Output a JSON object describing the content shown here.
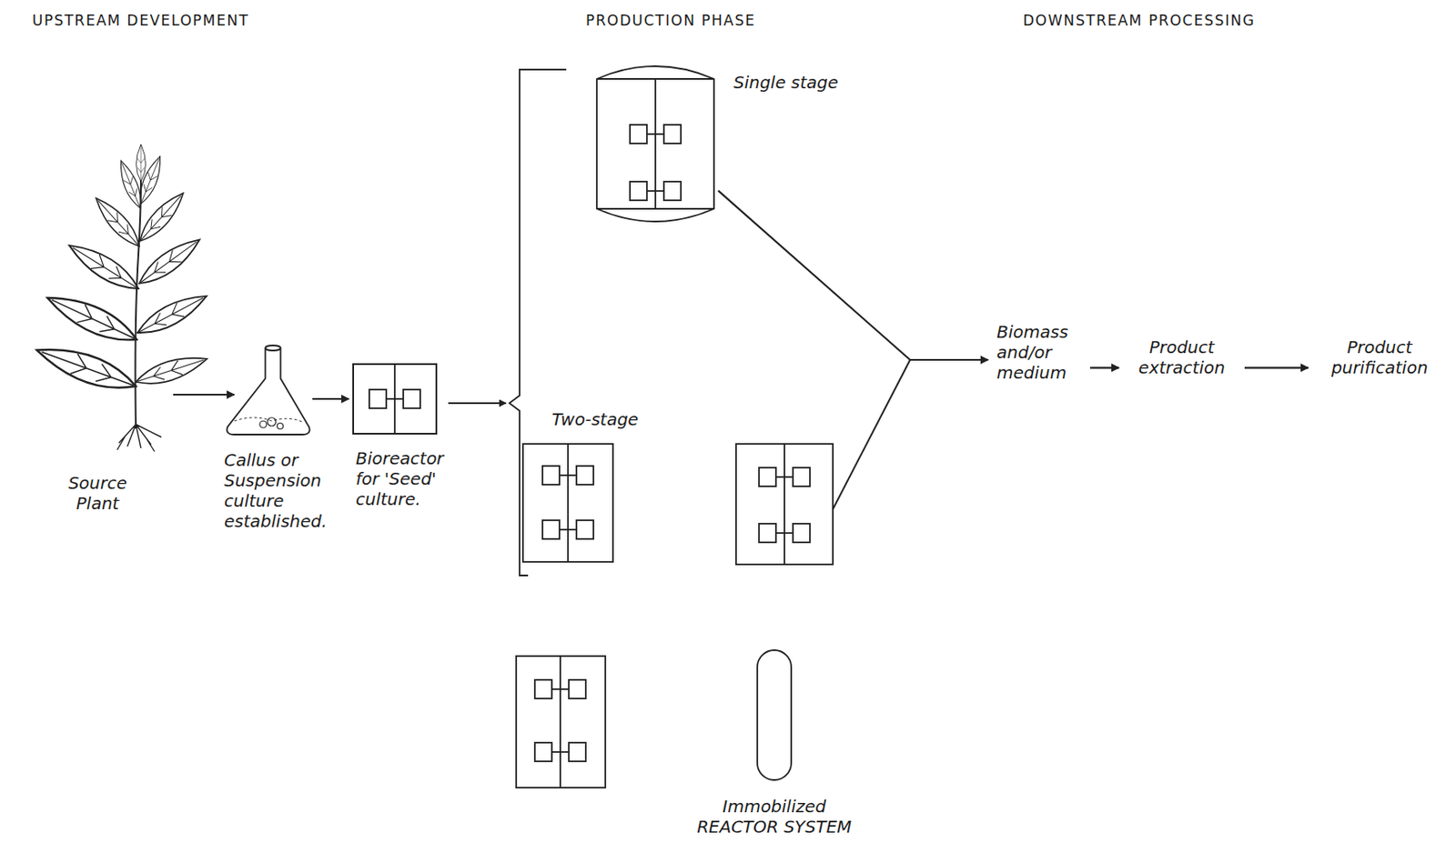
{
  "diagram": {
    "nodes": [
      {
        "text": [
          "Source Plant"
        ]
      },
      {
        "text": [
          "Callus or Suspension culture established."
        ]
      },
      {
        "text": [
          "Bioreactor for 'Seed' culture."
        ]
      },
      {
        "text": [
          "Single stage"
        ]
      },
      {
        "text": [
          "Biomass and/or medium"
        ]
      },
      {
        "text": [
          "Product extraction"
        ]
      },
      {
        "text": [
          "Product purification"
        ]
      }
    ],
    "edges": [
      {
        "from": 0,
        "to": 1,
        "arrow": "to"
      },
      {
        "from": 1,
        "to": 2,
        "arrow": "to"
      },
      {
        "from": 3,
        "to": 4,
        "arrow": "to"
      },
      {
        "from": 4,
        "to": 5,
        "arrow": "to"
      },
      {
        "from": 5,
        "to": 6,
        "arrow": "to"
      }
    ],
    "labels": [
      "UPSTREAM DEVELOPMENT",
      "PRODUCTION PHASE",
      "DOWNSTREAM PROCESSING",
      "Two-stage",
      "Immobilized REACTOR SYSTEM"
    ]
  }
}
